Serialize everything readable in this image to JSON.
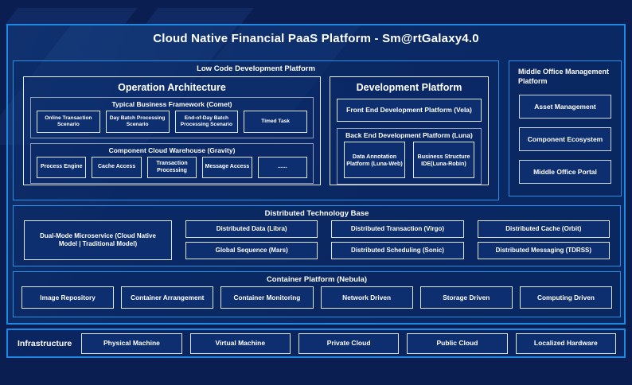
{
  "page": {
    "title": "Cloud Native Financial PaaS Platform - Sm@rtGalaxy4.0"
  },
  "colors": {
    "accent_border": "#1e88e5",
    "background": "#0a1e52",
    "panel_fill": "#0b2a66",
    "light_border": "#dfe7f2",
    "gray_border": "#94a0b6"
  },
  "low_code": {
    "label": "Low Code Development Platform",
    "operation_architecture": {
      "title": "Operation Architecture",
      "comet": {
        "title": "Typical Business Framework (Comet)",
        "items": [
          "Online Transaction Scenario",
          "Day Batch Processing Scenario",
          "End-of-Day Batch Processing Scenario",
          "Timed Task"
        ]
      },
      "gravity": {
        "title": "Component Cloud Warehouse (Gravity)",
        "items": [
          "Process Engine",
          "Cache Access",
          "Transaction Processing",
          "Message Access",
          "......"
        ]
      }
    },
    "development_platform": {
      "title": "Development Platform",
      "front_end": "Front End Development Platform (Vela)",
      "back_end": {
        "title": "Back End Development Platform (Luna)",
        "items": [
          "Data Annotation Platform (Luna-Web)",
          "Business Structure IDE(Luna-Robin)"
        ]
      }
    }
  },
  "middle_office": {
    "title": "Middle Office Management Platform",
    "items": [
      "Asset Management",
      "Component Ecosystem",
      "Middle Office Portal"
    ]
  },
  "distributed": {
    "title": "Distributed Technology Base",
    "dual_mode": "Dual-Mode Microservice (Cloud Native Model | Traditional Model)",
    "columns": [
      [
        "Distributed Data (Libra)",
        "Global Sequence (Mars)"
      ],
      [
        "Distributed Transaction (Virgo)",
        "Distributed Scheduling (Sonic)"
      ],
      [
        "Distributed Cache (Orbit)",
        "Distributed Messaging (TDRSS)"
      ]
    ]
  },
  "container_platform": {
    "title": "Container Platform (Nebula)",
    "items": [
      "Image Repository",
      "Container Arrangement",
      "Container Monitoring",
      "Network Driven",
      "Storage Driven",
      "Computing Driven"
    ]
  },
  "infrastructure": {
    "label": "Infrastructure",
    "items": [
      "Physical Machine",
      "Virtual Machine",
      "Private Cloud",
      "Public Cloud",
      "Localized Hardware"
    ]
  }
}
